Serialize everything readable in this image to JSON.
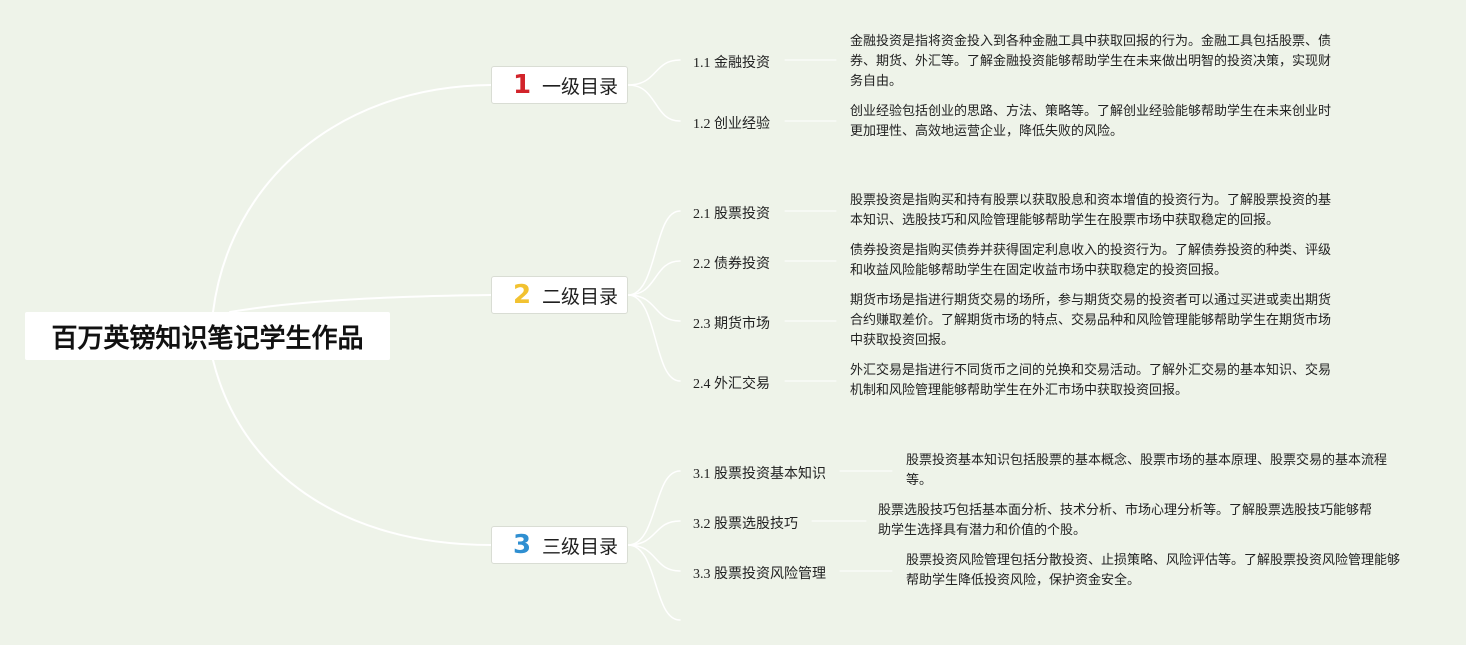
{
  "title": "百万英镑知识笔记学生作品",
  "colors": {
    "background": "#eef3e9",
    "connector": "#ffffff",
    "num1": "#d2232a",
    "num2": "#f2c230",
    "num3": "#2f8fd1"
  },
  "branches": [
    {
      "num": "1",
      "label": "一级目录",
      "items": [
        {
          "label": "1.1 金融投资",
          "desc": "金融投资是指将资金投入到各种金融工具中获取回报的行为。金融工具包括股票、债券、期货、外汇等。了解金融投资能够帮助学生在未来做出明智的投资决策，实现财务自由。"
        },
        {
          "label": "1.2 创业经验",
          "desc": "创业经验包括创业的思路、方法、策略等。了解创业经验能够帮助学生在未来创业时更加理性、高效地运营企业，降低失败的风险。"
        }
      ]
    },
    {
      "num": "2",
      "label": "二级目录",
      "items": [
        {
          "label": "2.1 股票投资",
          "desc": "股票投资是指购买和持有股票以获取股息和资本增值的投资行为。了解股票投资的基本知识、选股技巧和风险管理能够帮助学生在股票市场中获取稳定的回报。"
        },
        {
          "label": "2.2 债券投资",
          "desc": "债券投资是指购买债券并获得固定利息收入的投资行为。了解债券投资的种类、评级和收益风险能够帮助学生在固定收益市场中获取稳定的投资回报。"
        },
        {
          "label": "2.3 期货市场",
          "desc": "期货市场是指进行期货交易的场所，参与期货交易的投资者可以通过买进或卖出期货合约赚取差价。了解期货市场的特点、交易品种和风险管理能够帮助学生在期货市场中获取投资回报。"
        },
        {
          "label": "2.4 外汇交易",
          "desc": "外汇交易是指进行不同货币之间的兑换和交易活动。了解外汇交易的基本知识、交易机制和风险管理能够帮助学生在外汇市场中获取投资回报。"
        }
      ]
    },
    {
      "num": "3",
      "label": "三级目录",
      "items": [
        {
          "label": "3.1 股票投资基本知识",
          "desc": "股票投资基本知识包括股票的基本概念、股票市场的基本原理、股票交易的基本流程等。"
        },
        {
          "label": "3.2 股票选股技巧",
          "desc": "股票选股技巧包括基本面分析、技术分析、市场心理分析等。了解股票选股技巧能够帮助学生选择具有潜力和价值的个股。"
        },
        {
          "label": "3.3 股票投资风险管理",
          "desc": "股票投资风险管理包括分散投资、止损策略、风险评估等。了解股票投资风险管理能够帮助学生降低投资风险，保护资金安全。"
        }
      ]
    }
  ]
}
